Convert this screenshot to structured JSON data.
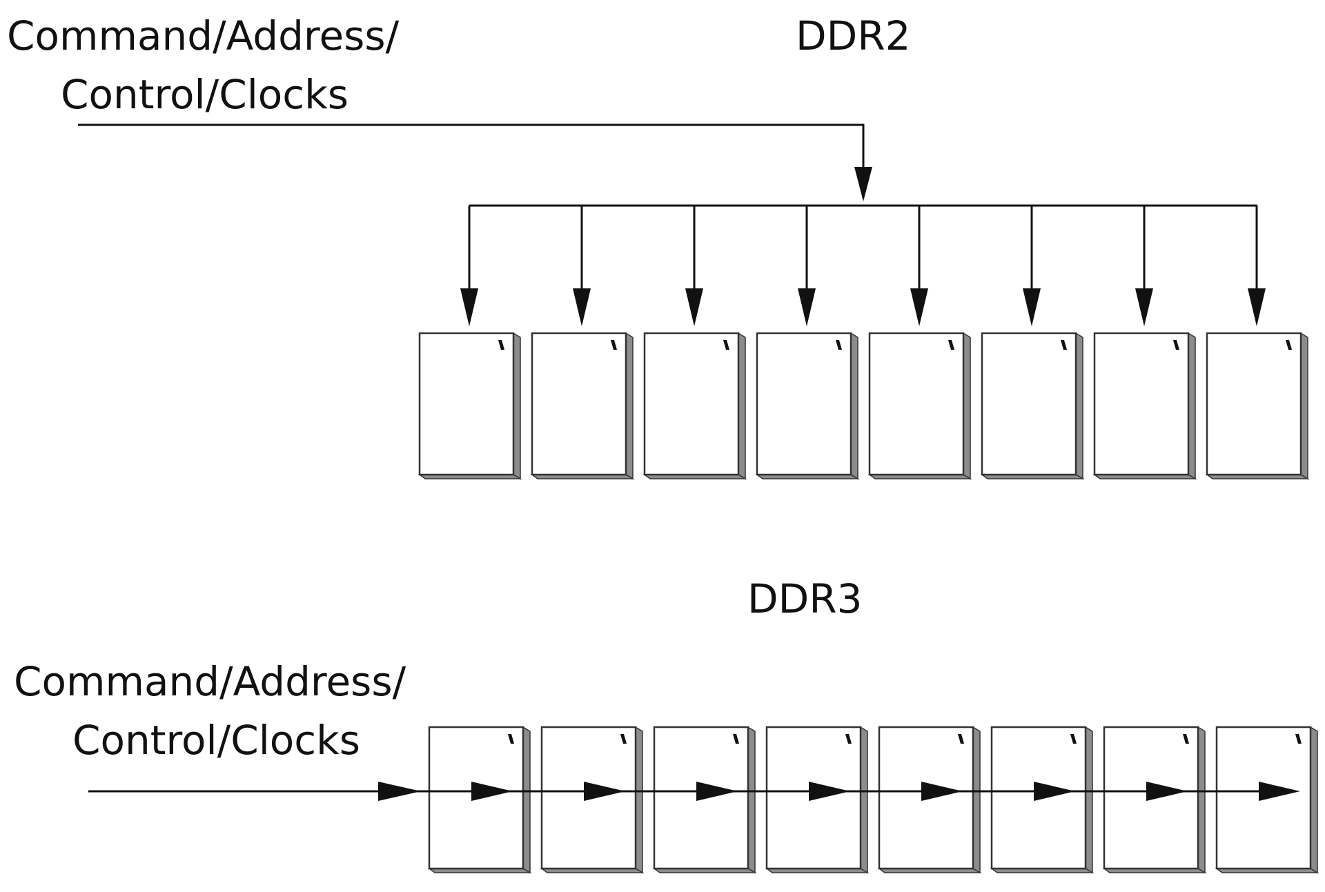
{
  "ddr2": {
    "title": "DDR2",
    "bus_label_line1": "Command/Address/",
    "bus_label_line2": "Control/Clocks",
    "chip_count": 8,
    "topology": "tree"
  },
  "ddr3": {
    "title": "DDR3",
    "bus_label_line1": "Command/Address/",
    "bus_label_line2": "Control/Clocks",
    "chip_count": 8,
    "topology": "fly-by"
  },
  "colors": {
    "line": "#111111",
    "chip_face": "#ffffff",
    "chip_edge": "#8c8c8c"
  }
}
